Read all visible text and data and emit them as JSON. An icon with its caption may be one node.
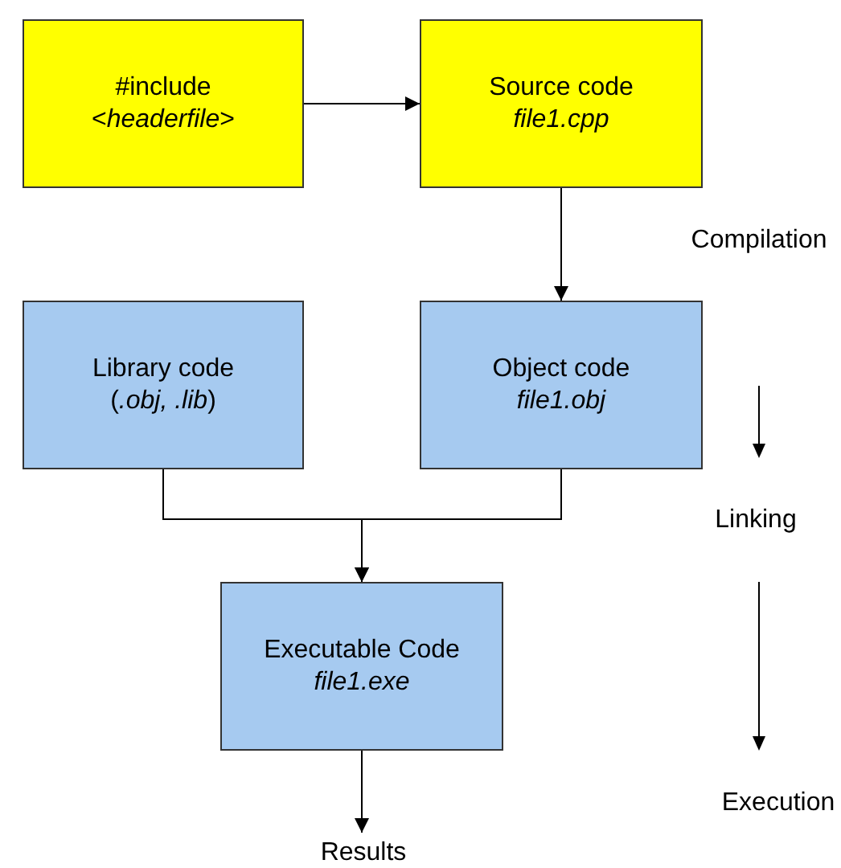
{
  "diagram": {
    "nodes": [
      {
        "text": [
          "#include",
          "<*headerfile*>"
        ]
      },
      {
        "text": [
          "Source code",
          "*file1.cpp*"
        ]
      },
      {
        "text": [
          "Library code",
          "(*.obj, .lib*)"
        ]
      },
      {
        "text": [
          "Object code",
          "*file1.obj*"
        ]
      },
      {
        "text": [
          "Executable Code",
          "*file1.exe*"
        ]
      },
      {
        "text": [
          "Results"
        ]
      }
    ],
    "edges": [
      {
        "from": 0,
        "to": 1,
        "arrow": "to"
      },
      {
        "from": 1,
        "to": 3,
        "arrow": "to"
      },
      {
        "from": 2,
        "to": 4,
        "arrow": "to"
      },
      {
        "from": 3,
        "to": 4,
        "arrow": "to"
      },
      {
        "from": 4,
        "to": 5,
        "arrow": "to"
      }
    ],
    "labels": [
      "Compilation",
      "Linking",
      "Execution"
    ]
  }
}
